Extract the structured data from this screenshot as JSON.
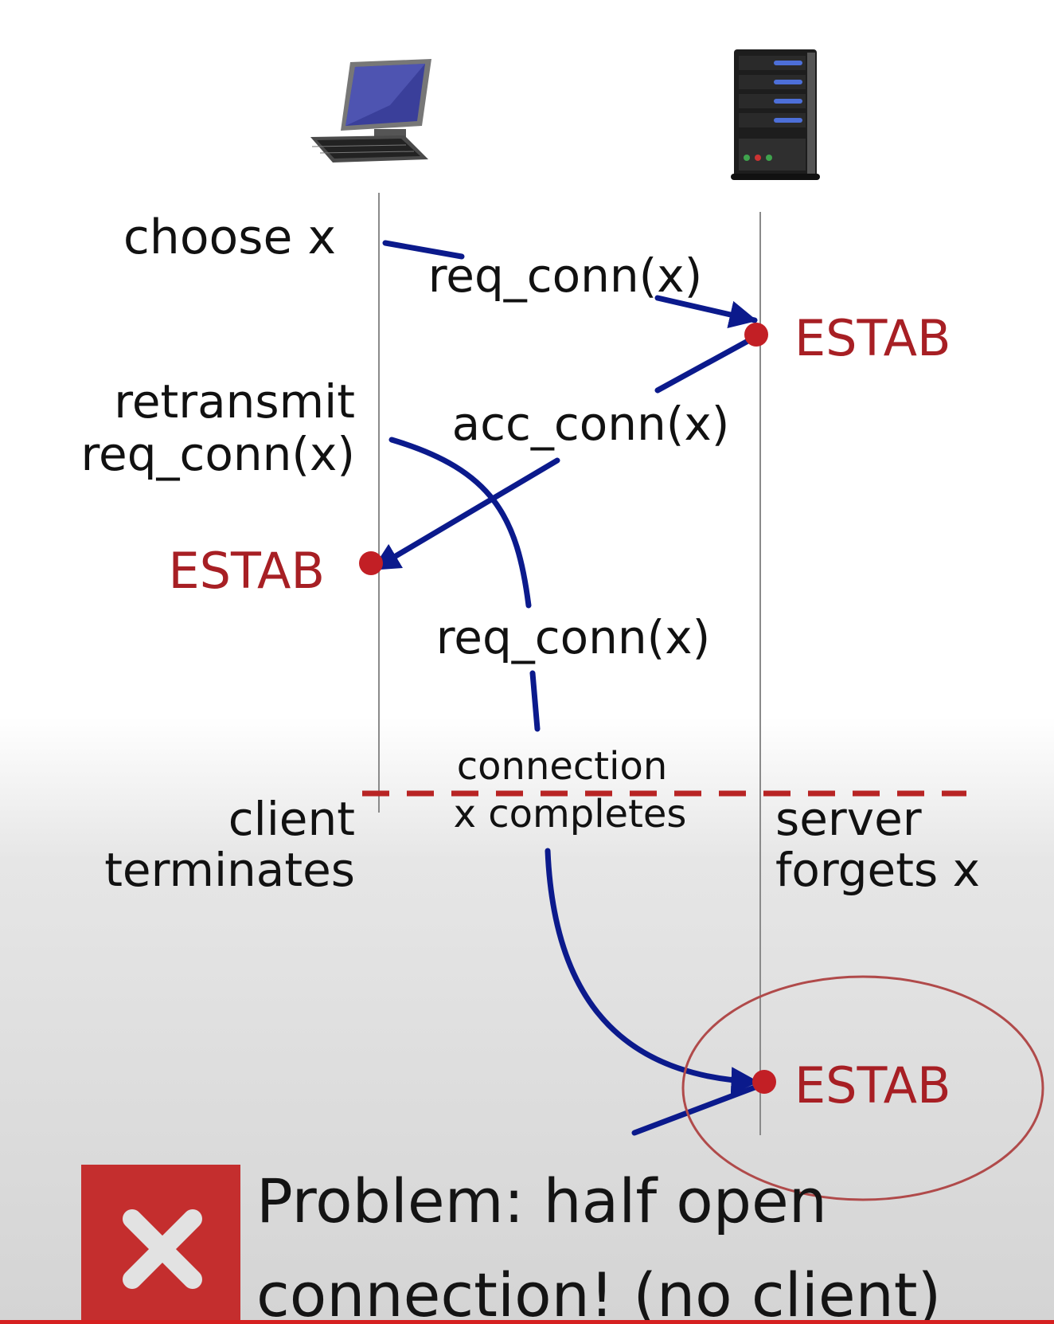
{
  "labels": {
    "choose_x": "choose x",
    "req_conn_1": "req_conn(x)",
    "server_estab_1": "ESTAB",
    "retransmit_line1": "retransmit",
    "retransmit_line2": "req_conn(x)",
    "acc_conn": "acc_conn(x)",
    "client_estab": "ESTAB",
    "req_conn_2": "req_conn(x)",
    "connection_line1": "connection",
    "connection_line2": "x completes",
    "client_term_line1": "client",
    "client_term_line2": "terminates",
    "server_forgets_line1": "server",
    "server_forgets_line2": "forgets x",
    "server_estab_2": "ESTAB"
  },
  "problem": {
    "line1": "Problem: half open",
    "line2": "connection! (no client)"
  },
  "icons": {
    "client": "desktop-computer-icon",
    "server": "server-tower-icon",
    "problem": "x-mark-icon"
  },
  "colors": {
    "arrow": "#0b1a8c",
    "state": "#a71f24",
    "dashed_line": "#b82424",
    "circle": "#b04a4a",
    "problem_box": "#c42e2e"
  }
}
